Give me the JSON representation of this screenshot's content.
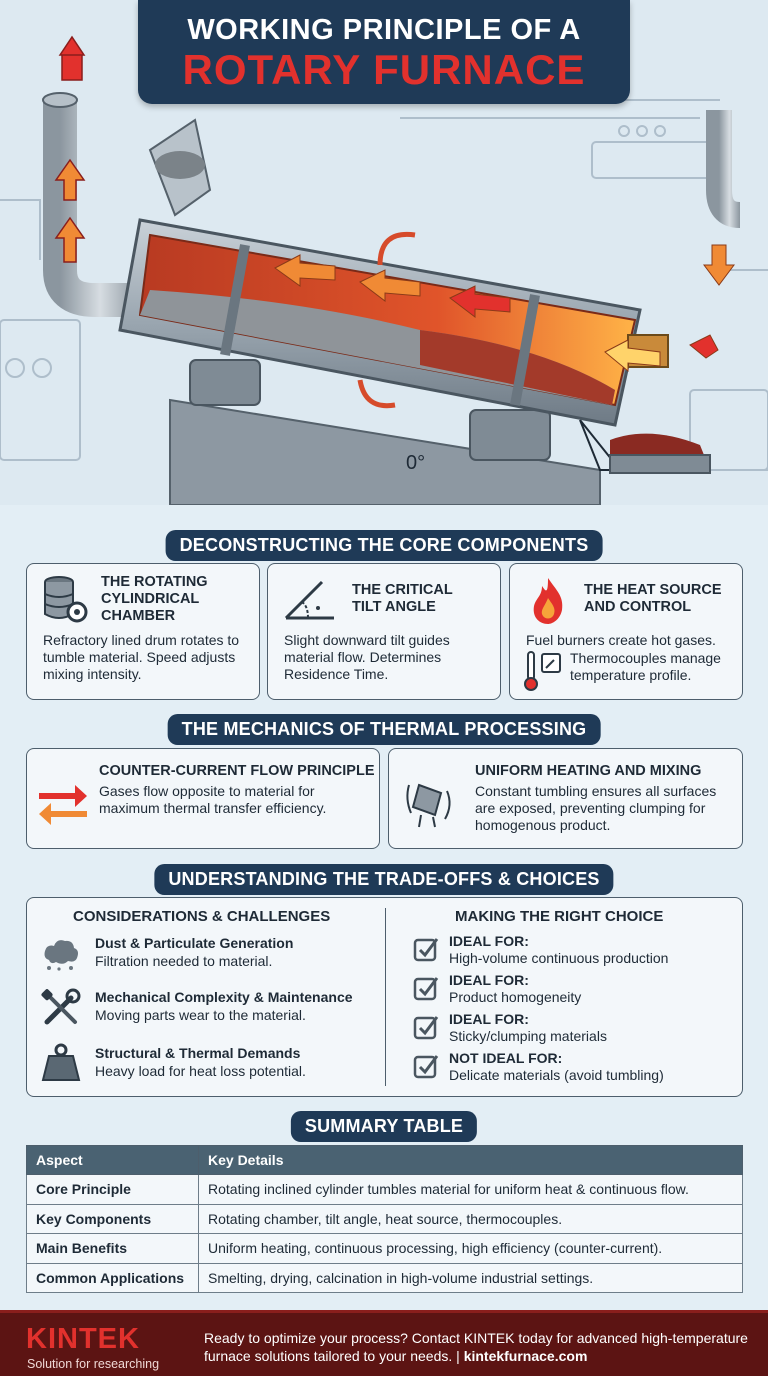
{
  "title": {
    "line1": "WORKING PRINCIPLE OF A",
    "line2": "ROTARY FURNACE"
  },
  "hero": {
    "angle_label": "0°"
  },
  "components": {
    "heading": "DECONSTRUCTING THE CORE COMPONENTS",
    "cards": [
      {
        "title": "THE ROTATING CYLINDRICAL CHAMBER",
        "text": "Refractory lined drum rotates to tumble material. Speed adjusts mixing intensity.",
        "icon": "drum-gear-icon"
      },
      {
        "title": "THE CRITICAL TILT ANGLE",
        "text": "Slight downward tilt guides material flow. Determines Residence Time.",
        "icon": "angle-icon"
      },
      {
        "title": "THE HEAT SOURCE AND CONTROL",
        "text1": "Fuel burners create hot gases.",
        "text2": "Thermocouples manage temperature profile.",
        "icon": "flame-icon"
      }
    ]
  },
  "mechanics": {
    "heading": "THE MECHANICS OF THERMAL PROCESSING",
    "cards": [
      {
        "title": "COUNTER-CURRENT FLOW PRINCIPLE",
        "text": "Gases flow opposite to material for maximum thermal transfer efficiency.",
        "icon": "opposing-arrows-icon"
      },
      {
        "title": "UNIFORM HEATING AND MIXING",
        "text": "Constant tumbling ensures all surfaces are exposed, preventing clumping for homogenous product.",
        "icon": "rotating-drum-icon"
      }
    ]
  },
  "tradeoffs": {
    "heading": "UNDERSTANDING THE TRADE-OFFS & CHOICES",
    "considerations": {
      "heading": "CONSIDERATIONS & CHALLENGES",
      "items": [
        {
          "title": "Dust & Particulate Generation",
          "text": "Filtration needed to material.",
          "icon": "dust-cloud-icon"
        },
        {
          "title": "Mechanical Complexity & Maintenance",
          "text": "Moving parts wear to the material.",
          "icon": "wrench-screwdriver-icon"
        },
        {
          "title": "Structural & Thermal Demands",
          "text": "Heavy load for heat loss potential.",
          "icon": "weight-icon"
        }
      ]
    },
    "choice": {
      "heading": "MAKING THE RIGHT CHOICE",
      "items": [
        {
          "label": "IDEAL FOR:",
          "text": "High-volume continuous production"
        },
        {
          "label": "IDEAL FOR:",
          "text": "Product homogeneity"
        },
        {
          "label": "IDEAL FOR:",
          "text": "Sticky/clumping materials"
        },
        {
          "label": "NOT IDEAL FOR:",
          "text": "Delicate materials (avoid tumbling)"
        }
      ]
    }
  },
  "summary": {
    "heading": "SUMMARY TABLE",
    "columns": [
      "Aspect",
      "Key Details"
    ],
    "rows": [
      {
        "aspect": "Core Principle",
        "details": "Rotating inclined cylinder tumbles material for uniform heat & continuous flow."
      },
      {
        "aspect": "Key Components",
        "details": "Rotating chamber, tilt angle, heat source, thermocouples."
      },
      {
        "aspect": "Main Benefits",
        "details": "Uniform heating, continuous processing, high efficiency (counter-current)."
      },
      {
        "aspect": "Common Applications",
        "details": "Smelting, drying, calcination in high-volume industrial settings."
      }
    ]
  },
  "footer": {
    "logo": "KINTEK",
    "tagline": "Solution for researching",
    "cta": "Ready to optimize your process? Contact KINTEK today for advanced high-temperature furnace solutions tailored to your needs. |",
    "url": "kintekfurnace.com"
  },
  "colors": {
    "navy": "#1f3a57",
    "red": "#e2312d",
    "footer": "#5c1413",
    "background": "#e3eef5"
  }
}
